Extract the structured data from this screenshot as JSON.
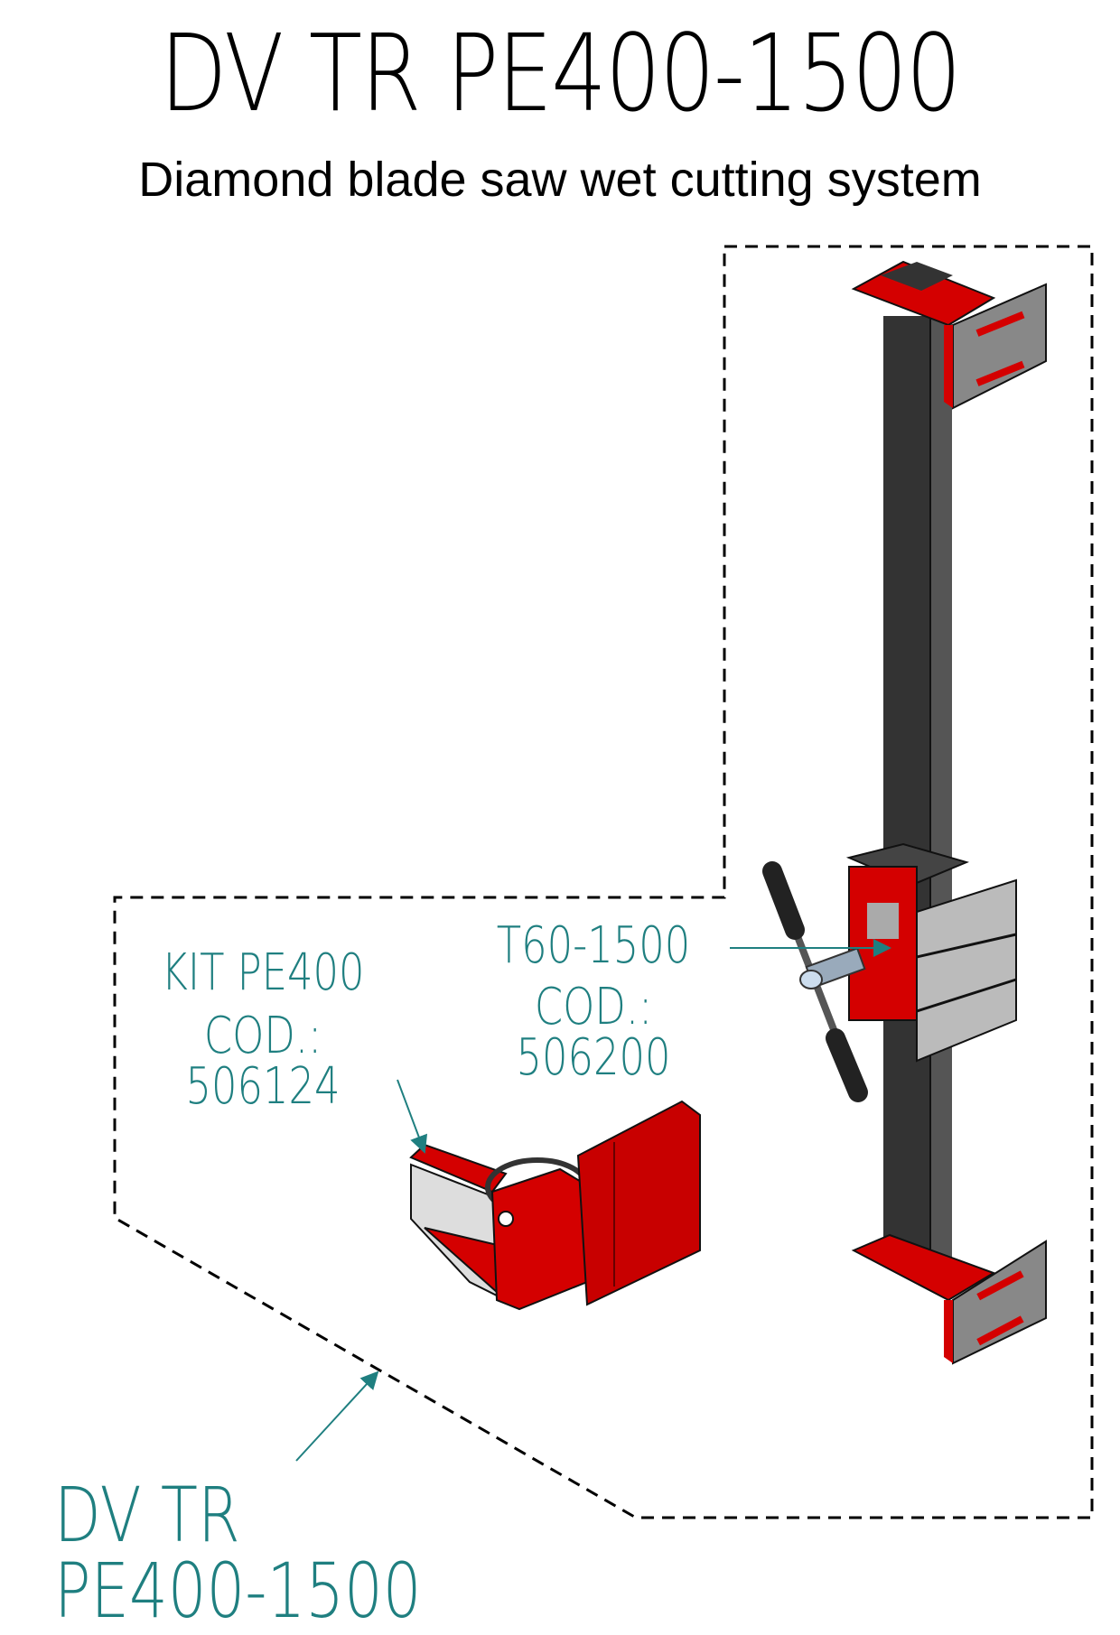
{
  "title": "DV TR PE400-1500",
  "subtitle": "Diamond blade saw wet cutting system",
  "callouts": {
    "kit": {
      "name": "KIT PE400",
      "code": "COD.: 506124"
    },
    "track": {
      "name": "T60-1500",
      "code": "COD.: 506200"
    },
    "assembly": {
      "name": "DV TR PE400-1500"
    }
  },
  "colors": {
    "accent": "#1f7f80",
    "machine_red": "#d40000",
    "column": "#333333"
  }
}
